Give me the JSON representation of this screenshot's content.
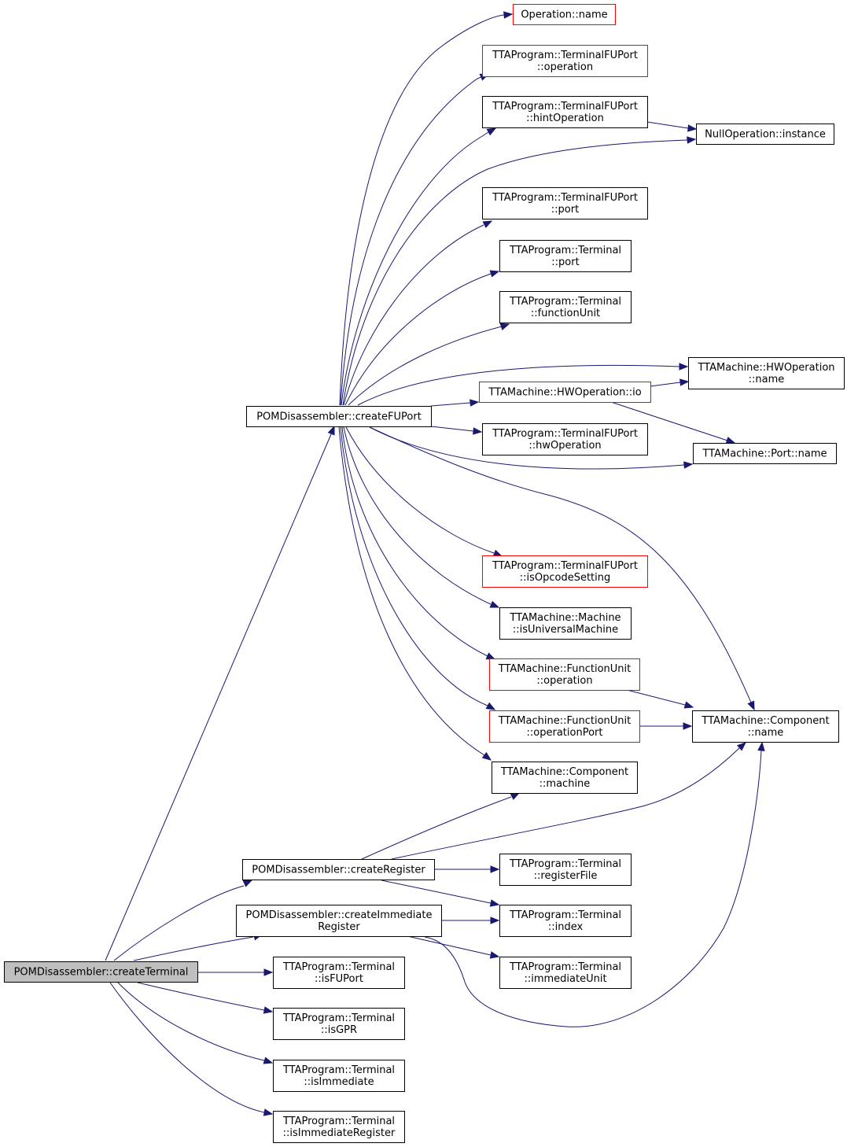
{
  "colors": {
    "edge": "#191970",
    "node_border": "#000000",
    "node_border_red": "#ff0000",
    "root_fill": "#bfbfbf",
    "background": "#ffffff"
  },
  "nodes": {
    "createTerminal": {
      "lines": [
        "POMDisassembler::createTerminal"
      ],
      "border": "black",
      "root": true
    },
    "createFUPort": {
      "lines": [
        "POMDisassembler::createFUPort"
      ],
      "border": "black"
    },
    "createRegister": {
      "lines": [
        "POMDisassembler::createRegister"
      ],
      "border": "black"
    },
    "createImmediateRegister": {
      "lines": [
        "POMDisassembler::createImmediate",
        "Register"
      ],
      "border": "black"
    },
    "isFUPort": {
      "lines": [
        "TTAProgram::Terminal",
        "::isFUPort"
      ],
      "border": "black"
    },
    "isGPR": {
      "lines": [
        "TTAProgram::Terminal",
        "::isGPR"
      ],
      "border": "black"
    },
    "isImmediate": {
      "lines": [
        "TTAProgram::Terminal",
        "::isImmediate"
      ],
      "border": "black"
    },
    "isImmediateRegister": {
      "lines": [
        "TTAProgram::Terminal",
        "::isImmediateRegister"
      ],
      "border": "black"
    },
    "operationName": {
      "lines": [
        "Operation::name"
      ],
      "border": "red"
    },
    "tfuOperation": {
      "lines": [
        "TTAProgram::TerminalFUPort",
        "::operation"
      ],
      "border": "red"
    },
    "tfuHintOperation": {
      "lines": [
        "TTAProgram::TerminalFUPort",
        "::hintOperation"
      ],
      "border": "black"
    },
    "nullOperation": {
      "lines": [
        "NullOperation::instance"
      ],
      "border": "black"
    },
    "tfuPort": {
      "lines": [
        "TTAProgram::TerminalFUPort",
        "::port"
      ],
      "border": "black"
    },
    "termPort": {
      "lines": [
        "TTAProgram::Terminal",
        "::port"
      ],
      "border": "black"
    },
    "termFunctionUnit": {
      "lines": [
        "TTAProgram::Terminal",
        "::functionUnit"
      ],
      "border": "black"
    },
    "hwOpName": {
      "lines": [
        "TTAMachine::HWOperation",
        "::name"
      ],
      "border": "black"
    },
    "hwOpIo": {
      "lines": [
        "TTAMachine::HWOperation::io"
      ],
      "border": "red"
    },
    "tfuHwOperation": {
      "lines": [
        "TTAProgram::TerminalFUPort",
        "::hwOperation"
      ],
      "border": "black"
    },
    "portName": {
      "lines": [
        "TTAMachine::Port::name"
      ],
      "border": "black"
    },
    "tfuIsOpcodeSetting": {
      "lines": [
        "TTAProgram::TerminalFUPort",
        "::isOpcodeSetting"
      ],
      "border": "red"
    },
    "isUniversalMachine": {
      "lines": [
        "TTAMachine::Machine",
        "::isUniversalMachine"
      ],
      "border": "black"
    },
    "fuOperation": {
      "lines": [
        "TTAMachine::FunctionUnit",
        "::operation"
      ],
      "border": "red"
    },
    "fuOperationPort": {
      "lines": [
        "TTAMachine::FunctionUnit",
        "::operationPort"
      ],
      "border": "red"
    },
    "componentName": {
      "lines": [
        "TTAMachine::Component",
        "::name"
      ],
      "border": "black"
    },
    "componentMachine": {
      "lines": [
        "TTAMachine::Component",
        "::machine"
      ],
      "border": "black"
    },
    "termRegisterFile": {
      "lines": [
        "TTAProgram::Terminal",
        "::registerFile"
      ],
      "border": "black"
    },
    "termIndex": {
      "lines": [
        "TTAProgram::Terminal",
        "::index"
      ],
      "border": "black"
    },
    "termImmediateUnit": {
      "lines": [
        "TTAProgram::Terminal",
        "::immediateUnit"
      ],
      "border": "black"
    }
  },
  "edges": [
    [
      "createTerminal",
      "createFUPort"
    ],
    [
      "createTerminal",
      "createRegister"
    ],
    [
      "createTerminal",
      "createImmediateRegister"
    ],
    [
      "createTerminal",
      "isFUPort"
    ],
    [
      "createTerminal",
      "isGPR"
    ],
    [
      "createTerminal",
      "isImmediate"
    ],
    [
      "createTerminal",
      "isImmediateRegister"
    ],
    [
      "createFUPort",
      "operationName"
    ],
    [
      "createFUPort",
      "tfuOperation"
    ],
    [
      "createFUPort",
      "tfuHintOperation"
    ],
    [
      "createFUPort",
      "nullOperation"
    ],
    [
      "createFUPort",
      "tfuPort"
    ],
    [
      "createFUPort",
      "termPort"
    ],
    [
      "createFUPort",
      "termFunctionUnit"
    ],
    [
      "createFUPort",
      "hwOpName"
    ],
    [
      "createFUPort",
      "hwOpIo"
    ],
    [
      "createFUPort",
      "tfuHwOperation"
    ],
    [
      "createFUPort",
      "portName"
    ],
    [
      "createFUPort",
      "componentName"
    ],
    [
      "createFUPort",
      "tfuIsOpcodeSetting"
    ],
    [
      "createFUPort",
      "isUniversalMachine"
    ],
    [
      "createFUPort",
      "fuOperation"
    ],
    [
      "createFUPort",
      "fuOperationPort"
    ],
    [
      "createFUPort",
      "componentMachine"
    ],
    [
      "tfuHintOperation",
      "nullOperation"
    ],
    [
      "hwOpIo",
      "hwOpName"
    ],
    [
      "hwOpIo",
      "portName"
    ],
    [
      "fuOperation",
      "componentName"
    ],
    [
      "fuOperationPort",
      "componentName"
    ],
    [
      "createRegister",
      "componentMachine"
    ],
    [
      "createRegister",
      "componentName"
    ],
    [
      "createRegister",
      "termRegisterFile"
    ],
    [
      "createRegister",
      "termIndex"
    ],
    [
      "createImmediateRegister",
      "termIndex"
    ],
    [
      "createImmediateRegister",
      "termImmediateUnit"
    ],
    [
      "createImmediateRegister",
      "componentName"
    ]
  ]
}
